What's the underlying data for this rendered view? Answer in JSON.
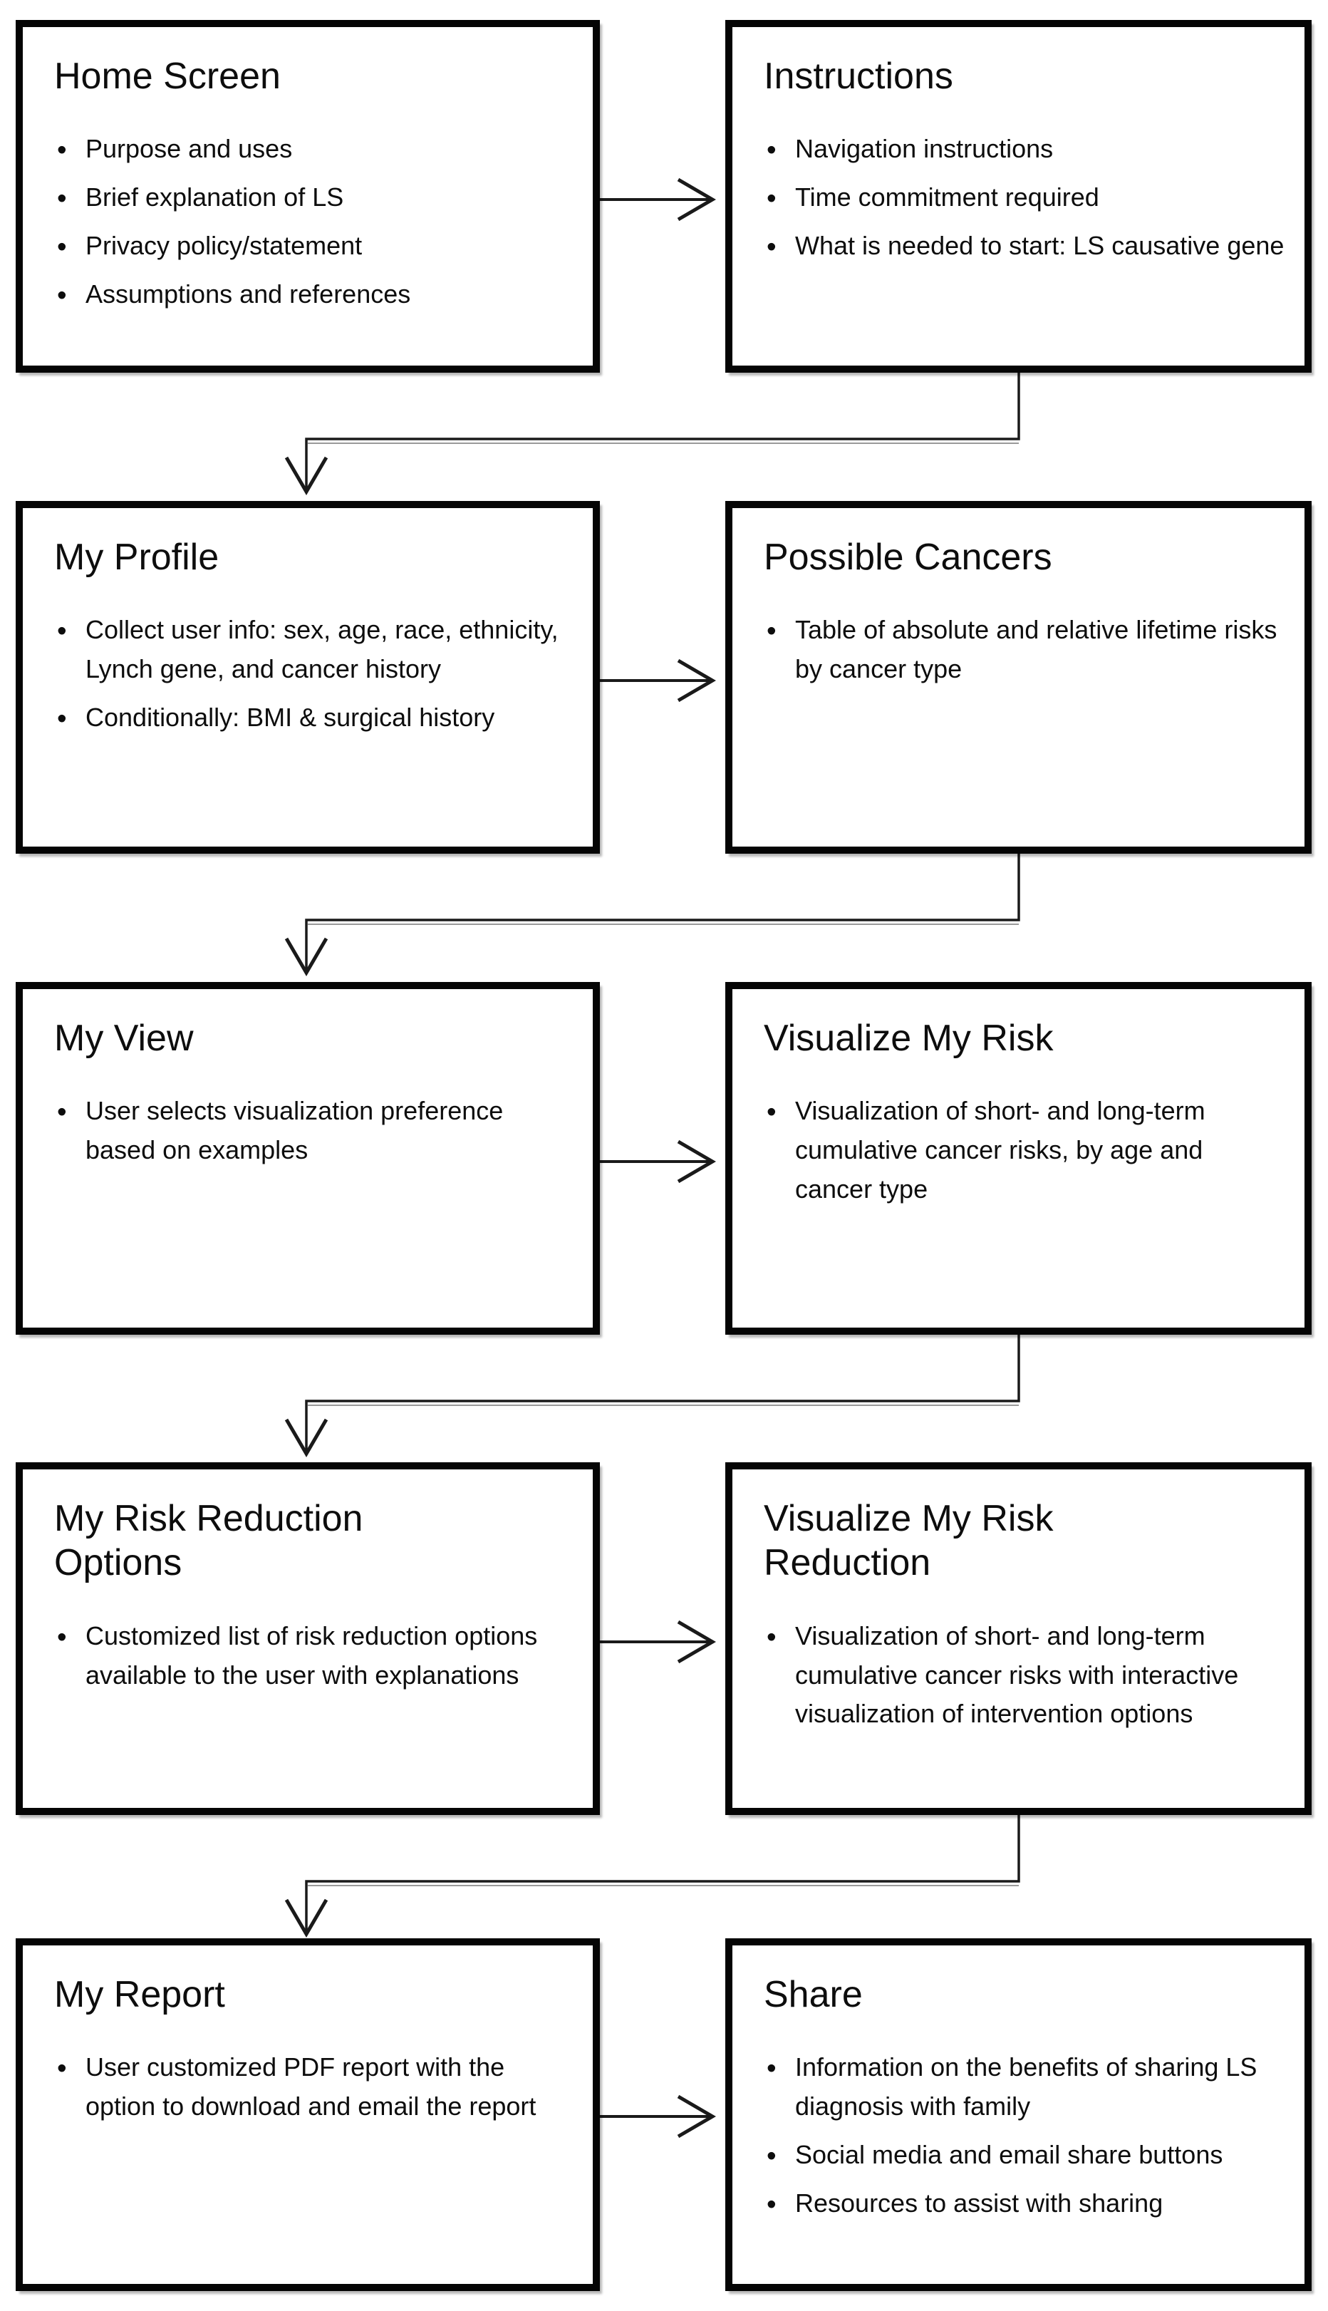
{
  "diagram": {
    "title": "LS app screen flow",
    "colors": {
      "background": "#ffffff",
      "box_border": "#050505",
      "text": "#0d0d0d",
      "connector": "#1a1a1a"
    },
    "boxes": [
      {
        "id": "home-screen",
        "title": "Home Screen",
        "bullets": [
          "Purpose and uses",
          "Brief explanation of LS",
          "Privacy policy/statement",
          "Assumptions and references"
        ]
      },
      {
        "id": "instructions",
        "title": "Instructions",
        "bullets": [
          "Navigation instructions",
          "Time commitment required",
          "What is needed to start: LS causative gene"
        ]
      },
      {
        "id": "my-profile",
        "title": "My Profile",
        "bullets": [
          "Collect user info: sex, age, race, ethnicity, Lynch gene, and cancer history",
          "Conditionally: BMI & surgical history"
        ]
      },
      {
        "id": "possible-cancers",
        "title": "Possible Cancers",
        "bullets": [
          "Table of absolute and relative lifetime risks by cancer type"
        ]
      },
      {
        "id": "my-view",
        "title": "My View",
        "bullets": [
          "User selects visualization preference based on examples"
        ]
      },
      {
        "id": "visualize-my-risk",
        "title": "Visualize My Risk",
        "bullets": [
          "Visualization of short- and long-term cumulative cancer risks, by age and cancer type"
        ]
      },
      {
        "id": "my-risk-reduction-options",
        "title": "My Risk Reduction\nOptions",
        "bullets": [
          "Customized list of risk reduction options available to the user with explanations"
        ]
      },
      {
        "id": "visualize-my-risk-reduction",
        "title": "Visualize My Risk\nReduction",
        "bullets": [
          "Visualization of short- and long-term cumulative cancer risks with interactive visualization of intervention options"
        ]
      },
      {
        "id": "my-report",
        "title": "My Report",
        "bullets": [
          "User customized PDF report with the option to download and email the report"
        ]
      },
      {
        "id": "share",
        "title": "Share",
        "bullets": [
          "Information on the benefits of sharing LS diagnosis with family",
          "Social media and email share buttons",
          "Resources to assist with sharing"
        ]
      }
    ]
  }
}
